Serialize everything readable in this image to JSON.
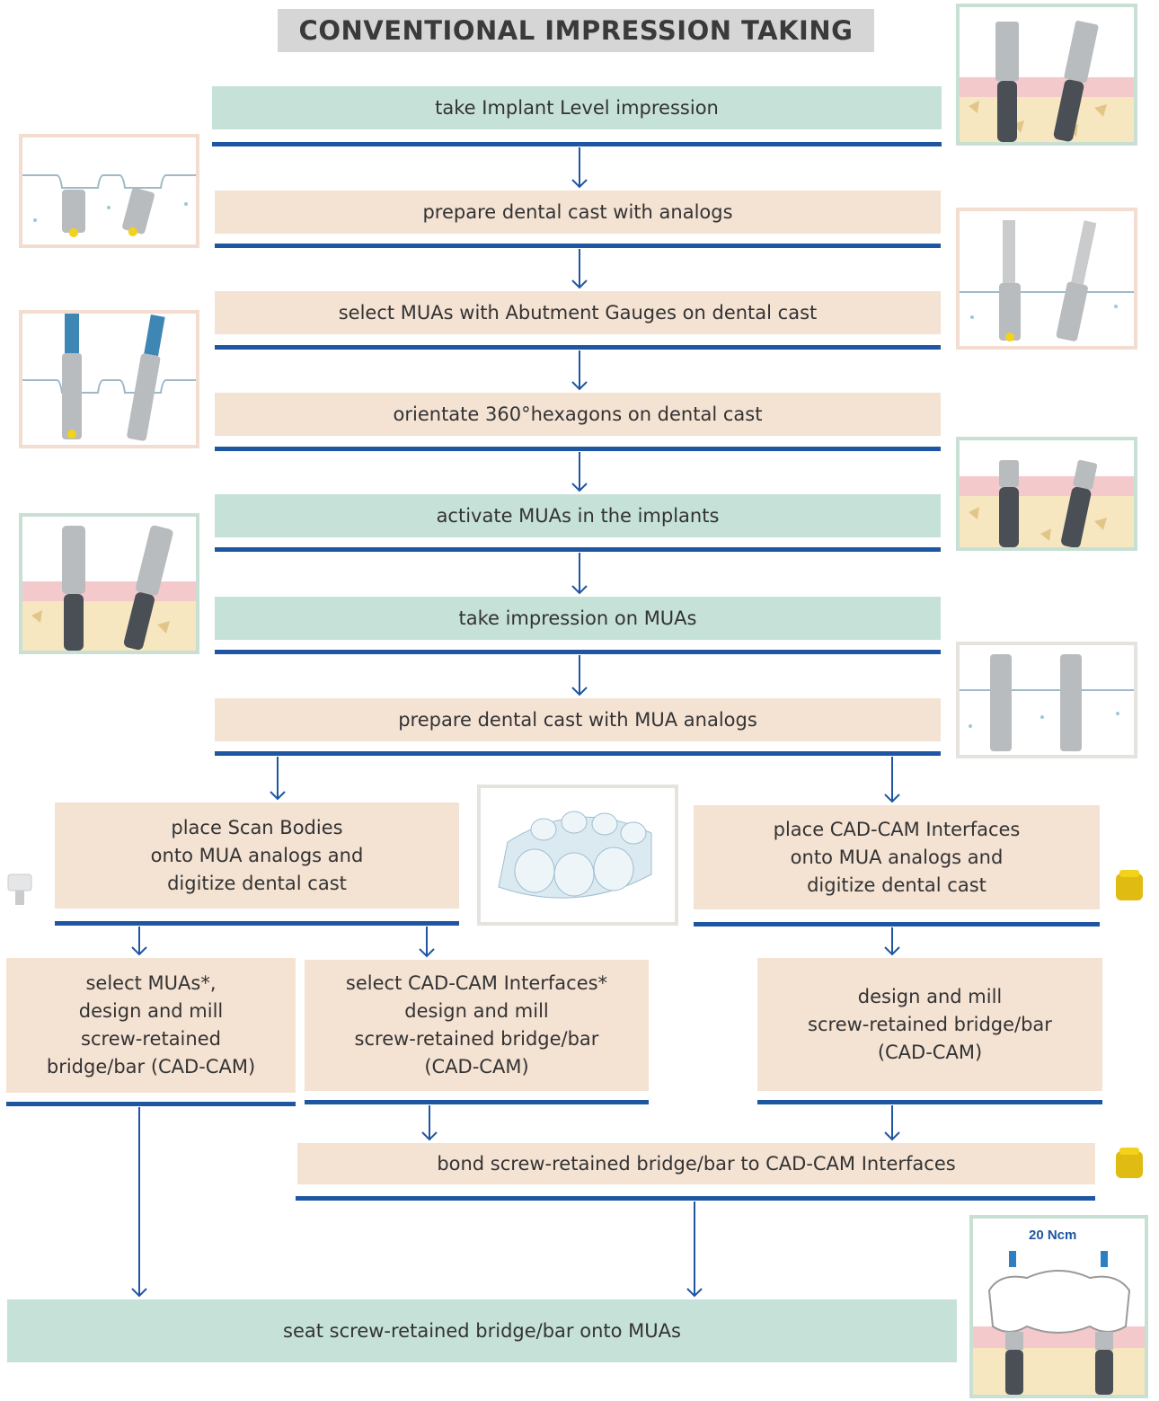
{
  "title": "CONVENTIONAL IMPRESSION TAKING",
  "steps": {
    "s1": "take Implant Level impression",
    "s2": "prepare dental cast with analogs",
    "s3": "select MUAs with Abutment Gauges on dental cast",
    "s4": "orientate 360°hexagons on dental cast",
    "s5": "activate MUAs in the implants",
    "s6": "take impression on MUAs",
    "s7": "prepare dental cast with MUA analogs",
    "left_branch": [
      "place Scan Bodies",
      "onto MUA analogs and",
      "digitize dental cast"
    ],
    "right_branch": [
      "place CAD-CAM Interfaces",
      "onto MUA analogs and",
      "digitize dental cast"
    ],
    "sub_a": [
      "select MUAs*,",
      "design and mill",
      "screw-retained",
      "bridge/bar (CAD-CAM)"
    ],
    "sub_b": [
      "select CAD-CAM Interfaces*",
      "design and mill",
      "screw-retained bridge/bar",
      "(CAD-CAM)"
    ],
    "sub_c": [
      "design and mill",
      "screw-retained bridge/bar",
      "(CAD-CAM)"
    ],
    "bond": "bond screw-retained bridge/bar to CAD-CAM Interfaces",
    "final": "seat screw-retained bridge/bar onto MUAs"
  },
  "torque_label": "20 Ncm",
  "colors": {
    "green_box": "#c6e1d8",
    "peach_box": "#f4e2d3",
    "blue_line": "#1f56a2",
    "title_bg": "#d6d6d6"
  },
  "icons": [
    "implant-level-impression-illustration",
    "analog-cast-illustration",
    "abutment-gauge-illustration",
    "hexagon-orientation-illustration",
    "mua-activation-illustration",
    "mua-impression-illustration",
    "mua-analog-cast-illustration",
    "digital-model-illustration",
    "scan-body-icon",
    "cad-cam-interface-icon",
    "final-bridge-illustration"
  ]
}
